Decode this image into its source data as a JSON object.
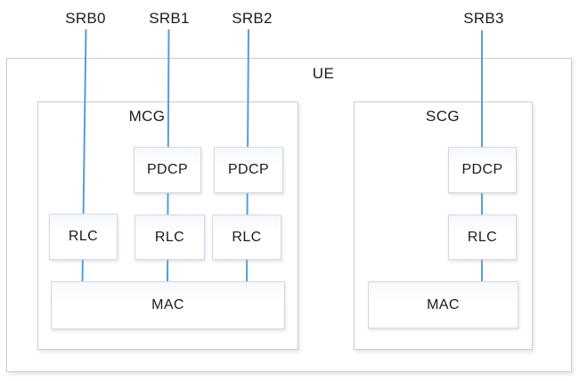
{
  "diagram": {
    "ue_label": "UE",
    "srbs": [
      "SRB0",
      "SRB1",
      "SRB2",
      "SRB3"
    ],
    "groups": {
      "mcg": "MCG",
      "scg": "SCG"
    },
    "layers": {
      "pdcp": "PDCP",
      "rlc": "RLC",
      "mac": "MAC"
    }
  },
  "colors": {
    "connector": "#5b9bd5",
    "outer_border": "#c9cdd4",
    "inner_border": "#d3d8e0",
    "text_color": "#1b1b1b"
  }
}
